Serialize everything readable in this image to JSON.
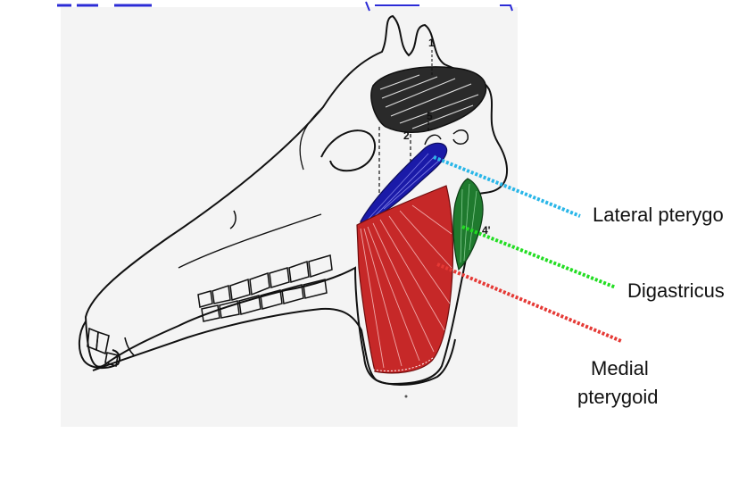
{
  "figure": {
    "labels": {
      "lateral_pterygoid": "Lateral pterygo",
      "digastricus": "Digastricus",
      "medial_pterygoid_line1": "Medial",
      "medial_pterygoid_line2": "pterygoid"
    },
    "diagram_numbers": {
      "n1": "1",
      "n2": "2",
      "n5": "5",
      "n4prime": "4'"
    },
    "colors": {
      "lateral_pterygoid_muscle": "#1a1aa8",
      "digastricus_muscle": "#1f7a2e",
      "medial_pterygoid_muscle": "#c62828",
      "lateral_pterygoid_leader": "#29b6e8",
      "digastricus_leader": "#22dd22",
      "medial_pterygoid_leader": "#e53935",
      "header_fragment": "#2b2bd6"
    }
  }
}
